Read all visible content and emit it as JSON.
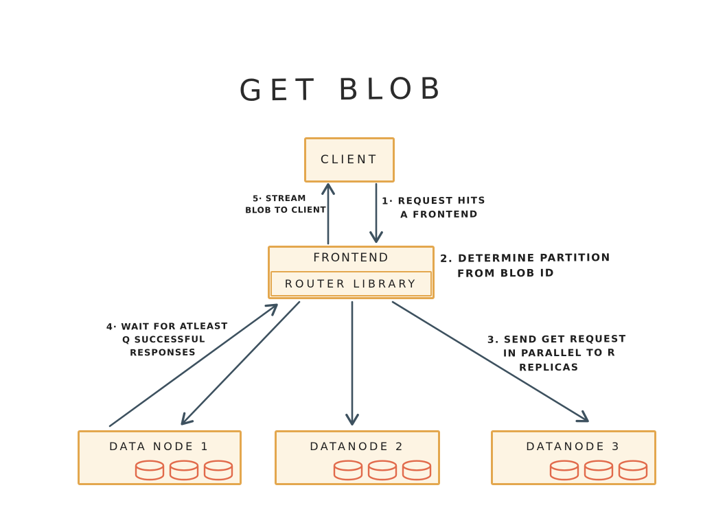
{
  "title": "GET BLOB",
  "colors": {
    "box_border": "#e3a74e",
    "box_fill": "#fdf4e3",
    "arrow": "#3d515f",
    "text": "#1d1d1d",
    "cylinder": "#e16a4b",
    "background": "#ffffff"
  },
  "nodes": {
    "client": {
      "label": "CLIENT"
    },
    "frontend": {
      "label": "FRONTEND"
    },
    "router_library": {
      "label": "ROUTER LIBRARY"
    },
    "datanode1": {
      "label": "DATA NODE 1"
    },
    "datanode2": {
      "label": "DATANODE 2"
    },
    "datanode3": {
      "label": "DATANODE 3"
    }
  },
  "annotations": {
    "step1": {
      "lines": [
        "1· REQUEST HITS",
        "A FRONTEND"
      ]
    },
    "step2": {
      "lines": [
        "2. DETERMINE PARTITION",
        "FROM BLOB ID"
      ]
    },
    "step3": {
      "lines": [
        "3. SEND GET REQUEST",
        "IN PARALLEL TO R",
        "REPLICAS"
      ]
    },
    "step4": {
      "lines": [
        "4· WAIT FOR ATLEAST",
        "Q SUCCESSFUL",
        "RESPONSES"
      ]
    },
    "step5": {
      "lines": [
        "5· STREAM",
        "BLOB TO CLIENT"
      ]
    }
  },
  "edges": [
    {
      "from": "client",
      "to": "frontend",
      "step": "1",
      "meaning": "request hits a frontend"
    },
    {
      "from": "frontend",
      "to": "datanode1",
      "step": "3",
      "meaning": "send get request"
    },
    {
      "from": "frontend",
      "to": "datanode2",
      "step": "3",
      "meaning": "send get request"
    },
    {
      "from": "frontend",
      "to": "datanode3",
      "step": "3",
      "meaning": "send get request"
    },
    {
      "from": "datanode1",
      "to": "frontend",
      "step": "4",
      "meaning": "wait for atleast Q successful responses"
    },
    {
      "from": "frontend",
      "to": "client",
      "step": "5",
      "meaning": "stream blob to client"
    }
  ]
}
